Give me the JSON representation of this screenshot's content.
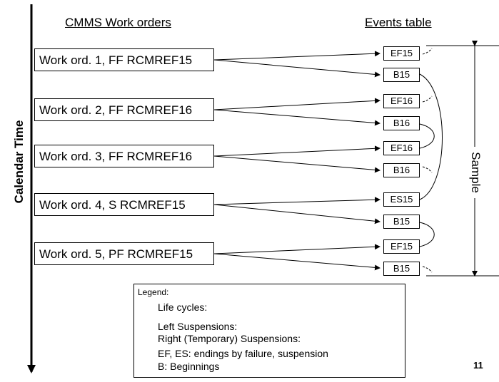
{
  "headers": {
    "work_orders": "CMMS Work orders",
    "events": "Events table"
  },
  "axis_label": "Calendar Time",
  "sample_label": "Sample",
  "work_orders": [
    "Work ord. 1, FF RCMREF15",
    "Work ord. 2, FF RCMREF16",
    "Work ord. 3, FF RCMREF16",
    "Work ord. 4, S RCMREF15",
    "Work ord. 5, PF RCMREF15"
  ],
  "events": [
    "EF15",
    "B15",
    "EF16",
    "B16",
    "EF16",
    "B16",
    "ES15",
    "B15",
    "EF15",
    "B15"
  ],
  "legend": {
    "title": "Legend:",
    "life_cycles": "Life cycles:",
    "left_susp": "Left Suspensions:",
    "right_susp": "Right (Temporary) Suspensions:",
    "endings": "EF, ES: endings by failure, suspension",
    "beginnings": "B: Beginnings"
  },
  "page_number": "11"
}
